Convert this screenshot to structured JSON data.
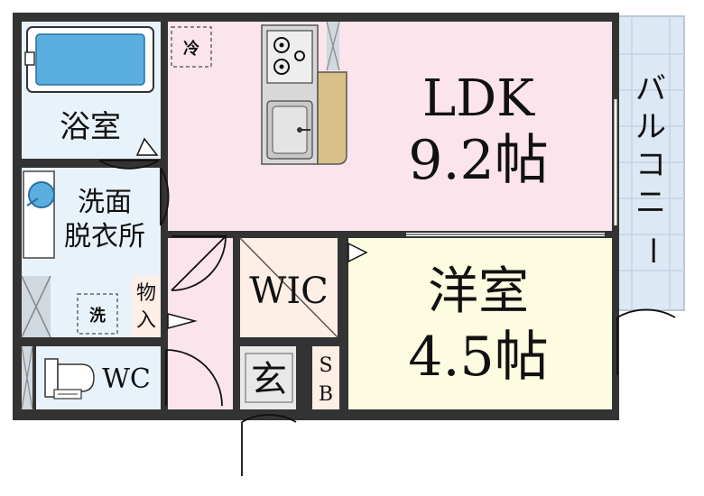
{
  "colors": {
    "wall": "#333333",
    "ldk": "#fbe4ec",
    "western": "#fdfbe0",
    "wic": "#fdeee6",
    "wet": "#e8f2fa",
    "hall": "#fbe4ec",
    "balcony": "#dce8f3",
    "counter": "#d8c088"
  },
  "rooms": {
    "ldk_name": "LDK",
    "ldk_size": "9.2帖",
    "western_name": "洋室",
    "western_size": "4.5帖",
    "bath": "浴室",
    "washroom_line1": "洗面",
    "washroom_line2": "脱衣所",
    "wic": "WIC",
    "wc": "WC",
    "storage_line1": "物",
    "storage_line2": "入",
    "entrance": "玄",
    "sb_line1": "S",
    "sb_line2": "B"
  },
  "balcony": {
    "chars": [
      "バ",
      "ル",
      "コ",
      "ニ",
      "ー"
    ]
  },
  "marks": {
    "fridge": "冷",
    "washer": "洗"
  },
  "icons": {
    "stove": "stove-icon",
    "sink": "sink-icon",
    "bathtub": "bathtub-icon",
    "toilet": "toilet-icon",
    "washbasin": "washbasin-icon"
  }
}
